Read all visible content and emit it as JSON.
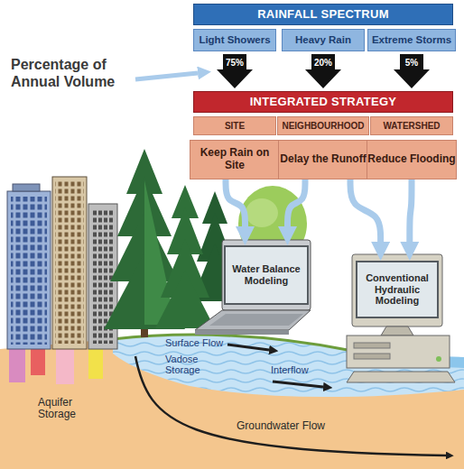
{
  "diagram": {
    "nodes": [
      {
        "text": [
          "RAINFALL SPECTRUM"
        ]
      },
      {
        "text": [
          "Light Showers"
        ]
      },
      {
        "text": [
          "Heavy Rain"
        ]
      },
      {
        "text": [
          "Extreme Storms"
        ]
      },
      {
        "text": [
          "75%"
        ]
      },
      {
        "text": [
          "20%"
        ]
      },
      {
        "text": [
          "5%"
        ]
      },
      {
        "text": [
          "INTEGRATED STRATEGY"
        ]
      },
      {
        "text": [
          "SITE"
        ]
      },
      {
        "text": [
          "NEIGHBOURHOOD"
        ]
      },
      {
        "text": [
          "WATERSHED"
        ]
      },
      {
        "text": [
          "Keep Rain on Site"
        ]
      },
      {
        "text": [
          "Delay the Runoff"
        ]
      },
      {
        "text": [
          "Reduce Flooding"
        ]
      },
      {
        "text": [
          "Water Balance Modeling"
        ]
      },
      {
        "text": [
          "Conventional Hydraulic Modeling"
        ]
      }
    ],
    "edges": [
      {
        "from": 11,
        "to": 14,
        "arrow": "to"
      },
      {
        "from": 12,
        "to": 14,
        "arrow": "to"
      },
      {
        "from": 12,
        "to": 15,
        "arrow": "to"
      },
      {
        "from": 13,
        "to": 15,
        "arrow": "to"
      }
    ],
    "labels": [
      "Percentage of Annual Volume",
      "Surface Flow",
      "Vadose Storage",
      "Interflow",
      "Aquifer Storage",
      "Groundwater Flow"
    ]
  }
}
